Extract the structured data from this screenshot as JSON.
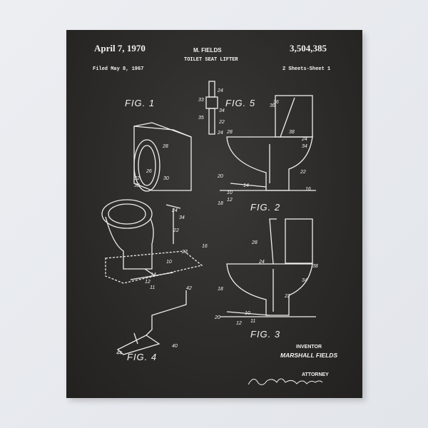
{
  "header": {
    "date": "April 7, 1970",
    "inventor_name": "M. FIELDS",
    "patent_number": "3,504,385",
    "title": "TOILET SEAT LIFTER",
    "filed": "Filed May 8, 1967",
    "sheets": "2 Sheets-Sheet 1"
  },
  "figures": {
    "fig1": "FIG. 1",
    "fig2": "FIG. 2",
    "fig3": "FIG. 3",
    "fig4": "FIG. 4",
    "fig5": "FIG. 5"
  },
  "footer": {
    "inventor_label": "INVENTOR",
    "inventor_full": "MARSHALL  FIELDS",
    "signature": "Richards, Harris & Hubbard",
    "attorney_label": "ATTORNEY"
  },
  "refs": [
    "24",
    "33",
    "34",
    "35",
    "22",
    "24",
    "36",
    "28",
    "26",
    "32",
    "30",
    "38",
    "24",
    "34",
    "22",
    "10",
    "16",
    "23",
    "14",
    "12",
    "11",
    "42",
    "40",
    "44",
    "36",
    "28",
    "38",
    "24",
    "34",
    "22",
    "20",
    "18",
    "16",
    "12",
    "14",
    "10",
    "28",
    "24",
    "38",
    "34",
    "22",
    "18",
    "20",
    "10",
    "11",
    "12"
  ]
}
